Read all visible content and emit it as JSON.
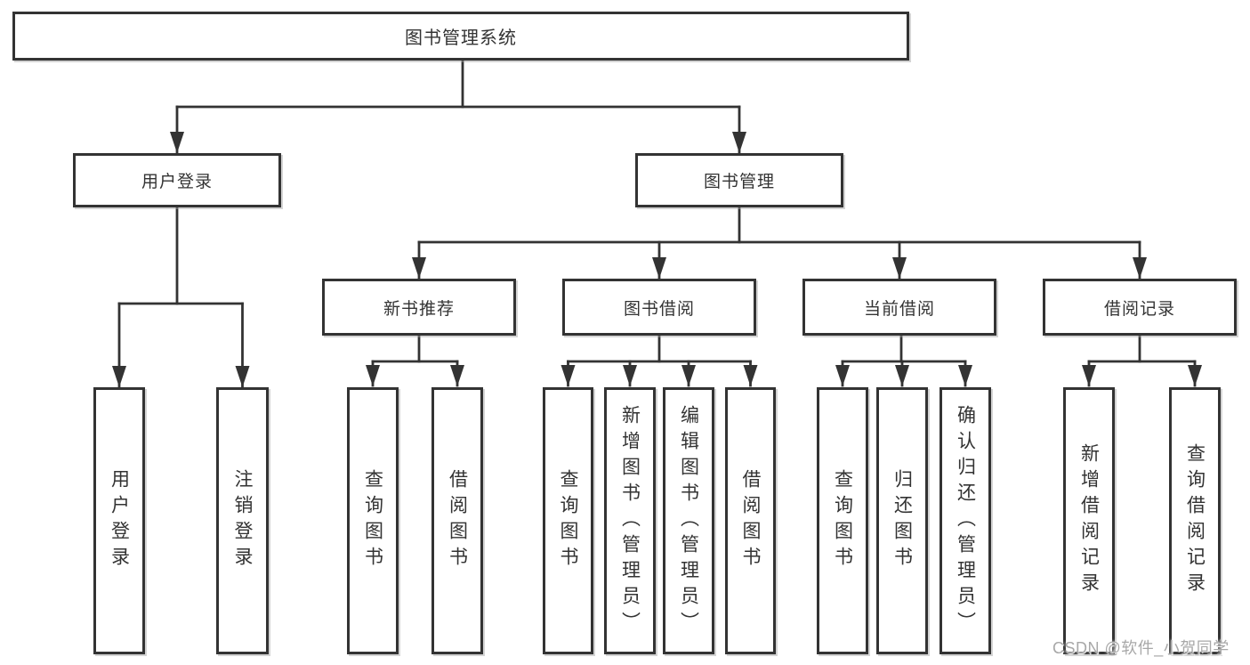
{
  "title": {
    "root": "图书管理系统"
  },
  "level2": {
    "user_login": "用户登录",
    "book_management": "图书管理"
  },
  "level3": {
    "new_book": "新书推荐",
    "book_borrow": "图书借阅",
    "current_borrow": "当前借阅",
    "borrow_record": "借阅记录"
  },
  "leaves": {
    "login": "用户登录",
    "logout": "注销登录",
    "nb_query": "查询图书",
    "nb_borrow": "借阅图书",
    "bb_query": "查询图书",
    "bb_add": "新增图书（管理员）",
    "bb_edit": "编辑图书（管理员）",
    "bb_borrow": "借阅图书",
    "cb_query": "查询图书",
    "cb_return": "归还图书",
    "cb_confirm": "确认归还（管理员）",
    "br_add": "新增借阅记录",
    "br_query": "查询借阅记录"
  },
  "watermark": "CSDN @软件_小贺同学",
  "colors": {
    "line": "#333333",
    "text": "#333333",
    "watermark": "#a8a8a8",
    "background": "#ffffff"
  }
}
